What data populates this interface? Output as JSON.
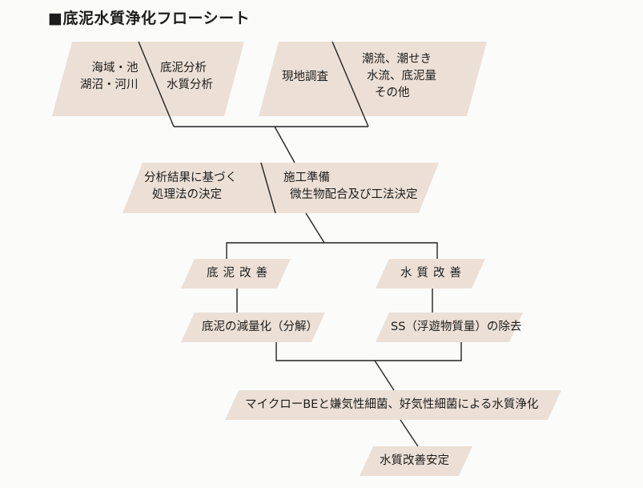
{
  "title": "■底泥水質浄化フローシート",
  "colors": {
    "box_fill": "#ece0d6",
    "line": "#222222",
    "background": "#fbfbfa"
  },
  "top_left": {
    "left_lines": [
      "海域・池",
      "湖沼・河川"
    ],
    "right_lines": [
      "底泥分析",
      "水質分析"
    ]
  },
  "top_right": {
    "left_lines": [
      "現地調査"
    ],
    "right_lines": [
      "潮流、潮せき",
      "水流、底泥量",
      "その他"
    ]
  },
  "middle": {
    "left_lines": [
      "分析結果に基づく",
      "処理法の決定"
    ],
    "right_lines": [
      "施工準備",
      "微生物配合及び工法決定"
    ]
  },
  "left_branch": {
    "heading": "底泥改善",
    "result": "底泥の減量化（分解）"
  },
  "right_branch": {
    "heading": "水質改善",
    "result": "SS（浮遊物質量）の除去"
  },
  "process": "マイクローBEと嫌気性細菌、好気性細菌による水質浄化",
  "final": "水質改善安定"
}
